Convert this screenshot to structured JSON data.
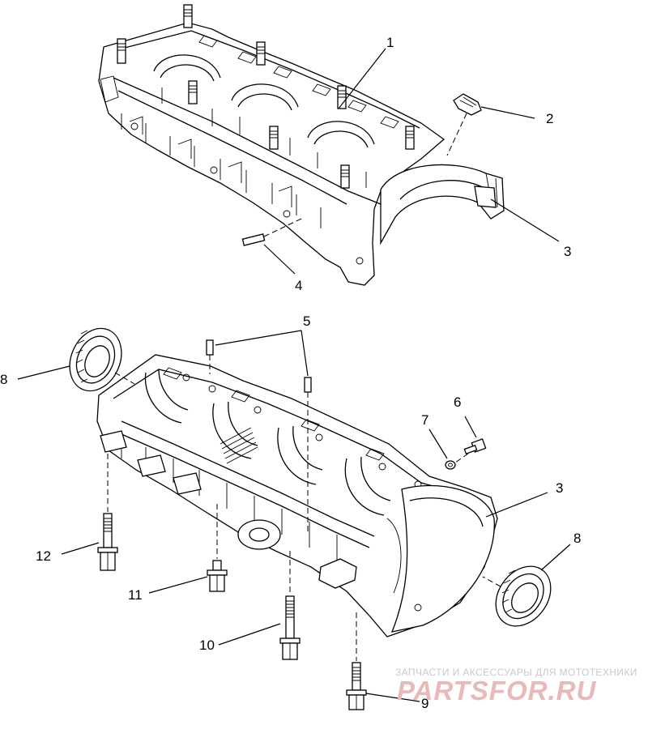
{
  "callouts": {
    "c1": "1",
    "c2": "2",
    "c3a": "3",
    "c3b": "3",
    "c4": "4",
    "c5": "5",
    "c6": "6",
    "c7": "7",
    "c8a": "8",
    "c8b": "8",
    "c9": "9",
    "c10": "10",
    "c11": "11",
    "c12": "12"
  },
  "watermark": {
    "tagline": "ЗАПЧАСТИ И АКСЕССУАРЫ ДЛЯ МОТОТЕХНИКИ",
    "brand": "PARTSFOR.RU"
  }
}
